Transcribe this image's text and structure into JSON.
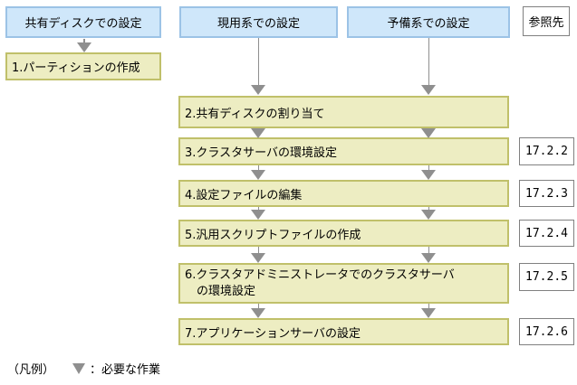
{
  "colors": {
    "header_fill": "#cfe7fa",
    "header_border": "#9cc3e6",
    "step_fill": "#ededc2",
    "step_border": "#c0c06a",
    "arrow_gray": "#8f8f8f",
    "ref_border": "#808080"
  },
  "headers": {
    "shared_disk": "共有ディスクでの設定",
    "active": "現用系での設定",
    "standby": "予備系での設定",
    "reference": "参照先"
  },
  "steps": [
    {
      "label": "1.パーティションの作成",
      "ref": ""
    },
    {
      "label": "2.共有ディスクの割り当て",
      "ref": ""
    },
    {
      "label": "3.クラスタサーバの環境設定",
      "ref": "17.2.2"
    },
    {
      "label": "4.設定ファイルの編集",
      "ref": "17.2.3"
    },
    {
      "label": "5.汎用スクリプトファイルの作成",
      "ref": "17.2.4"
    },
    {
      "label": "6.クラスタアドミニストレータでのクラスタサーバ",
      "label2": "の環境設定",
      "ref": "17.2.5"
    },
    {
      "label": "7.アプリケーションサーバの設定",
      "ref": "17.2.6"
    }
  ],
  "legend": {
    "prefix": "（凡例）",
    "label": "：必要な作業"
  }
}
